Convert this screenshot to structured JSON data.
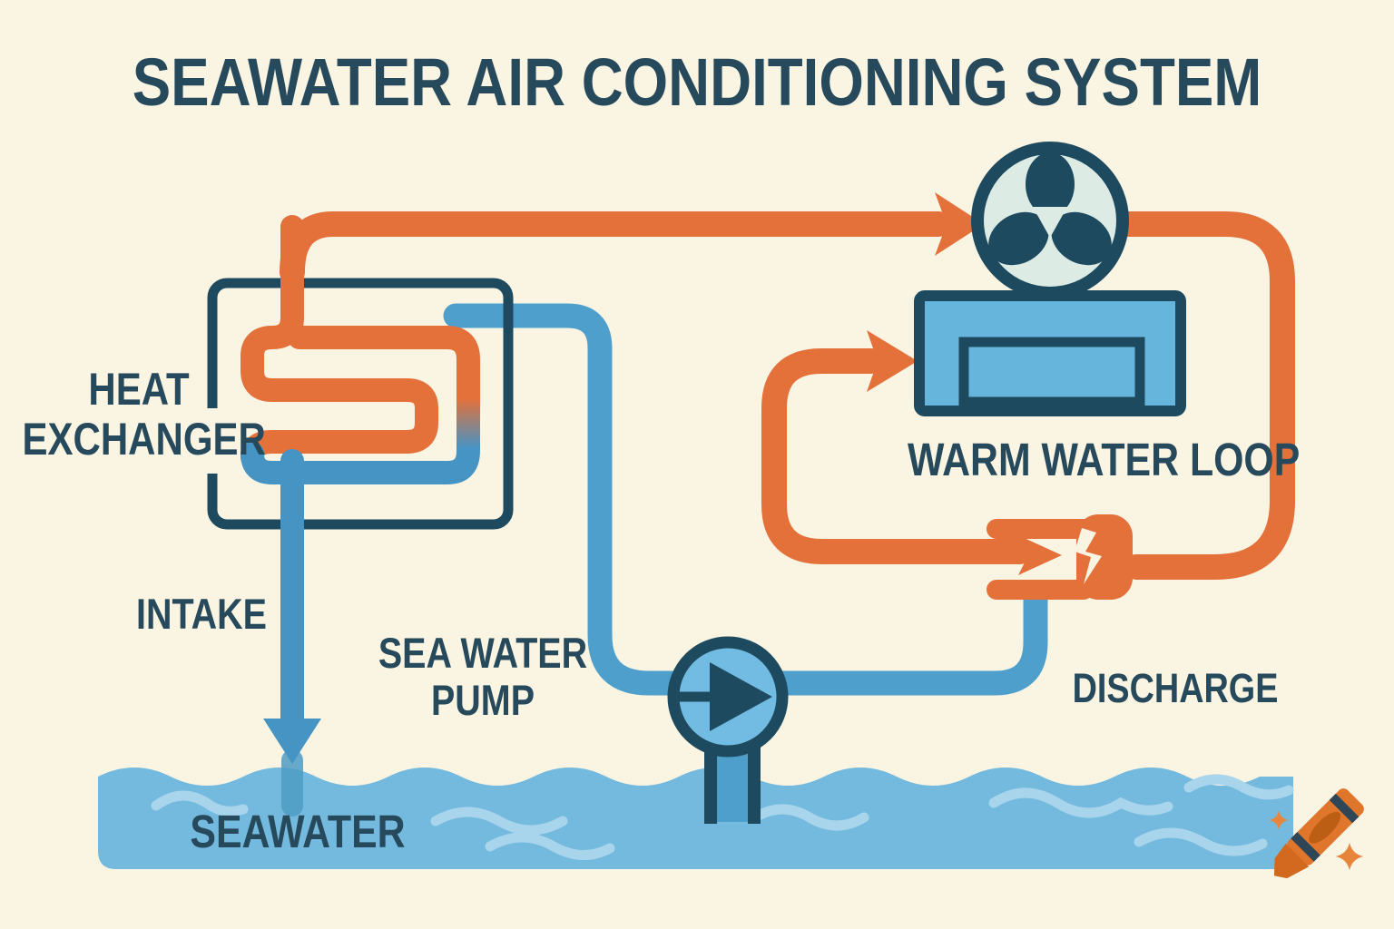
{
  "title": "SEAWATER AIR CONDITIONING SYSTEM",
  "labels": {
    "heat_exchanger_line1": "HEAT",
    "heat_exchanger_line2": "EXCHANGER",
    "intake": "INTAKE",
    "sea_water_pump_line1": "SEA WATER",
    "sea_water_pump_line2": "PUMP",
    "seawater": "SEAWATER",
    "warm_water_loop": "WARM WATER LOOP",
    "discharge": "DISCHARGE"
  },
  "icons": {
    "fan": "fan-icon",
    "pump": "pump-arrow-icon",
    "air_handler": "air-handler-unit",
    "heat_exchanger_coil": "serpentine-coil-icon",
    "crayon": "crayon-watermark-icon",
    "sparkles": "sparkle-icon"
  },
  "colors": {
    "background": "#faf4e3",
    "orange_pipe": "#e4703a",
    "blue_pipe": "#4e9fcc",
    "coil_blue": "#4694c4",
    "navy_outline": "#1d4a5f",
    "text_navy": "#26495c",
    "water": "#74bade",
    "water_wave_light": "#a8d5ec",
    "fan_face": "#dcebe3",
    "unit_fill": "#66b5dd",
    "pump_fill": "#72bbe2",
    "crayon_orange": "#e0762c"
  }
}
